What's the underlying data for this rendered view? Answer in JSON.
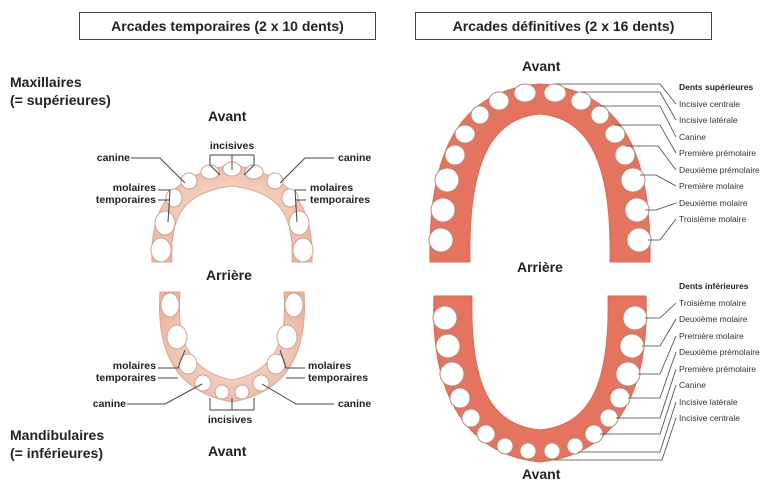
{
  "titles": {
    "temporary": "Arcades temporaires (2 x 10 dents)",
    "permanent": "Arcades définitives (2 x 16 dents)"
  },
  "left_panel": {
    "maxillaires_line1": "Maxillaires",
    "maxillaires_line2": "(= supérieures)",
    "mandibulaires_line1": "Mandibulaires",
    "mandibulaires_line2": "(= inférieures)",
    "avant_top": "Avant",
    "arriere": "Arrière",
    "avant_bottom": "Avant",
    "upper_labels": {
      "incisives": "incisives",
      "canine_left": "canine",
      "canine_right": "canine",
      "molaires_left_1": "molaires",
      "molaires_left_2": "temporaires",
      "molaires_right_1": "molaires",
      "molaires_right_2": "temporaires"
    },
    "lower_labels": {
      "incisives": "incisives",
      "canine_left": "canine",
      "canine_right": "canine",
      "molaires_left_1": "molaires",
      "molaires_left_2": "temporaires",
      "molaires_right_1": "molaires",
      "molaires_right_2": "temporaires"
    }
  },
  "right_panel": {
    "avant_top": "Avant",
    "arriere": "Arrière",
    "avant_bottom": "Avant",
    "upper_heading": "Dents supérieures",
    "upper_items": [
      "Incisive centrale",
      "Incisive latérale",
      "Canine",
      "Première prémolaire",
      "Deuxième prémolaire",
      "Première molaire",
      "Deuxième molaire",
      "Troisième molaire"
    ],
    "lower_heading": "Dents inférieures",
    "lower_items": [
      "Troisième molaire",
      "Deuxième molaire",
      "Première molaire",
      "Deuxième prémolaire",
      "Première prémolaire",
      "Canine",
      "Incisive latérale",
      "Incisive centrale"
    ]
  },
  "colors": {
    "gum_permanent": "#e4735f",
    "gum_temporary": "#f3c8b6",
    "tooth": "#ffffff",
    "line": "#444444"
  }
}
